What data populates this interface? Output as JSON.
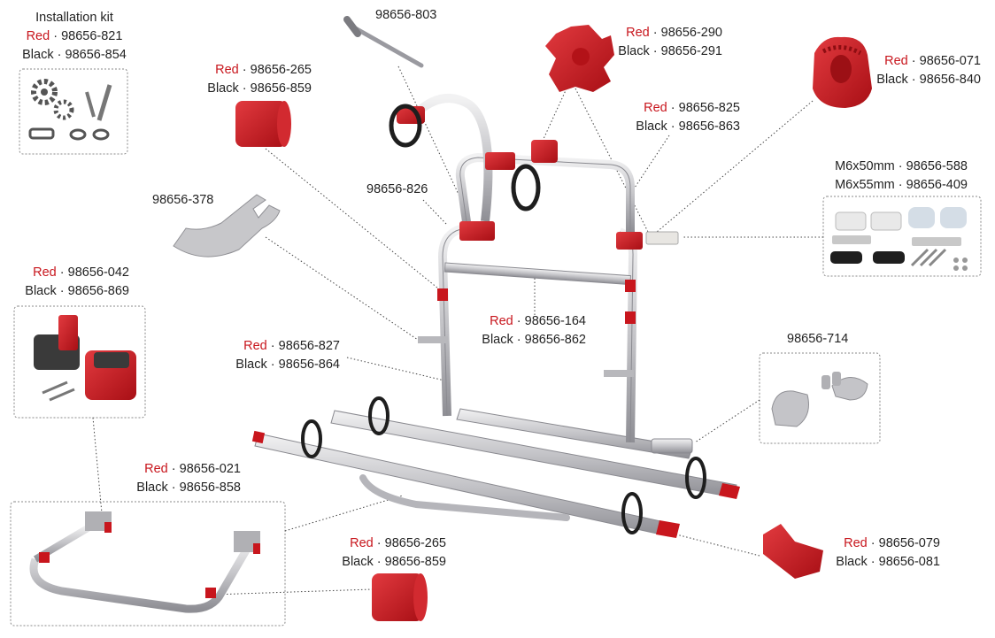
{
  "labels": {
    "installation_kit": {
      "title": "Installation kit",
      "red": "98656-821",
      "black": "98656-854"
    },
    "cap_top": {
      "red": "98656-265",
      "black": "98656-859"
    },
    "bolt": {
      "code": "98656-803"
    },
    "knob_top": {
      "red": "98656-290",
      "black": "98656-291"
    },
    "knob_right": {
      "red": "98656-071",
      "black": "98656-840"
    },
    "clamp_upper": {
      "red": "98656-825",
      "black": "98656-863"
    },
    "frame_code": {
      "code": "98656-826"
    },
    "holder": {
      "code": "98656-378"
    },
    "screws": {
      "a_size": "M6x50mm",
      "a_code": "98656-588",
      "b_size": "M6x55mm",
      "b_code": "98656-409"
    },
    "clamp_left": {
      "red": "98656-042",
      "black": "98656-869"
    },
    "crossbar": {
      "red": "98656-164",
      "black": "98656-862"
    },
    "upright": {
      "red": "98656-827",
      "black": "98656-864"
    },
    "end_caps": {
      "code": "98656-714"
    },
    "bottom_frame": {
      "red": "98656-021",
      "black": "98656-858"
    },
    "cap_bottom": {
      "red": "98656-265",
      "black": "98656-859"
    },
    "rail_end": {
      "red": "98656-079",
      "black": "98656-081"
    }
  },
  "words": {
    "red": "Red",
    "black": "Black",
    "sep": "·"
  },
  "colors": {
    "accent_red": "#c8161d",
    "aluminium": "#c9c9cc",
    "dark": "#333333"
  }
}
